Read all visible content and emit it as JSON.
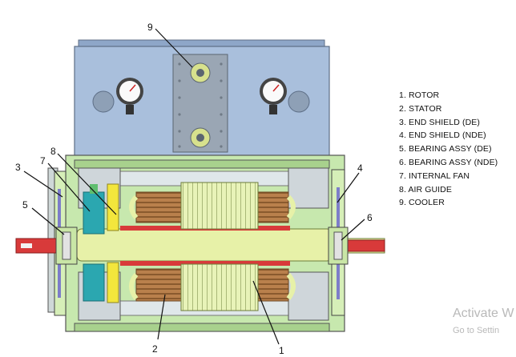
{
  "legend": [
    "1. ROTOR",
    "2. STATOR",
    "3. END SHIELD (DE)",
    "4. END SHIELD (NDE)",
    "5. BEARING ASSY (DE)",
    "6. BEARING ASSY (NDE)",
    "7. INTERNAL FAN",
    "8. AIR GUIDE",
    "9. COOLER"
  ],
  "callouts": {
    "rotor": "1",
    "stator": "2",
    "end_shield_de": "3",
    "end_shield_nde": "4",
    "bearing_de": "5",
    "bearing_nde": "6",
    "internal_fan": "7",
    "air_guide": "8",
    "cooler": "9"
  },
  "watermark": {
    "title": "Activate W",
    "subtitle": "Go to Settin"
  },
  "colors": {
    "cooler_body": "#a9bfdc",
    "frame": "#bfe6a6",
    "rotor": "#e6f2ac",
    "shaft_red": "#d83a3a",
    "winding": "#c48a52"
  }
}
